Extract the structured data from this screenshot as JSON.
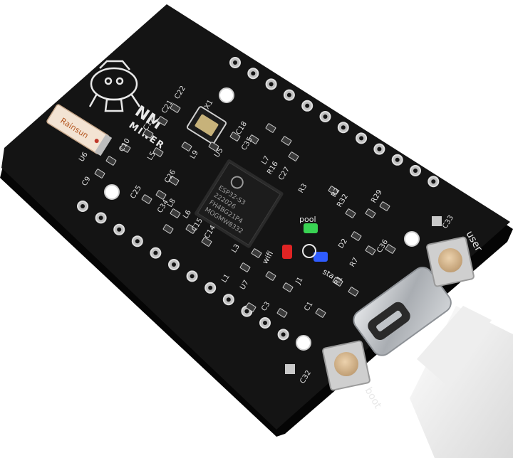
{
  "scene": {
    "description_label": "photo",
    "colors": {
      "background": "#ffffff",
      "pcb": "#141414",
      "pcb_edge": "#0a0a0a",
      "silk": "#e8e8e8",
      "pad": "#c9c9c9",
      "chip": "#1c1c1c",
      "crystal": "#c7b27a",
      "button_cap": "#d8b98f",
      "usb_metal": "#b8bcc0",
      "cable": "#f2f2f2",
      "led_green": "#39d353",
      "led_red": "#e02424",
      "led_blue": "#2f5cff",
      "antenna": "#f3e3d3"
    }
  },
  "board": {
    "logo_text_1": "NM",
    "logo_text_2": "MINER",
    "antenna_brand": "Rainsun",
    "module_label": "ESP32-S3",
    "chip_line_1": "ESP32-S3",
    "chip_line_2": "222026",
    "chip_line_3": "FH4BG21P4",
    "chip_line_4": "MOGMW8332",
    "led_labels": {
      "pool": "pool",
      "wifi": "wifi",
      "sta": "sta"
    },
    "button_labels": {
      "user": "user",
      "boot": "boot"
    },
    "designators": [
      "C22",
      "C21",
      "X1",
      "C12",
      "C10",
      "U6",
      "C9",
      "L5",
      "U5",
      "C18",
      "C35",
      "L7",
      "R16",
      "C27",
      "C26",
      "C25",
      "L8",
      "C34",
      "L6",
      "C15",
      "C14",
      "L9",
      "R3",
      "R2",
      "R32",
      "R29",
      "C33",
      "C36",
      "D2",
      "R7",
      "L3",
      "L1",
      "U7",
      "J1",
      "C1",
      "C3",
      "R1",
      "C32"
    ]
  }
}
